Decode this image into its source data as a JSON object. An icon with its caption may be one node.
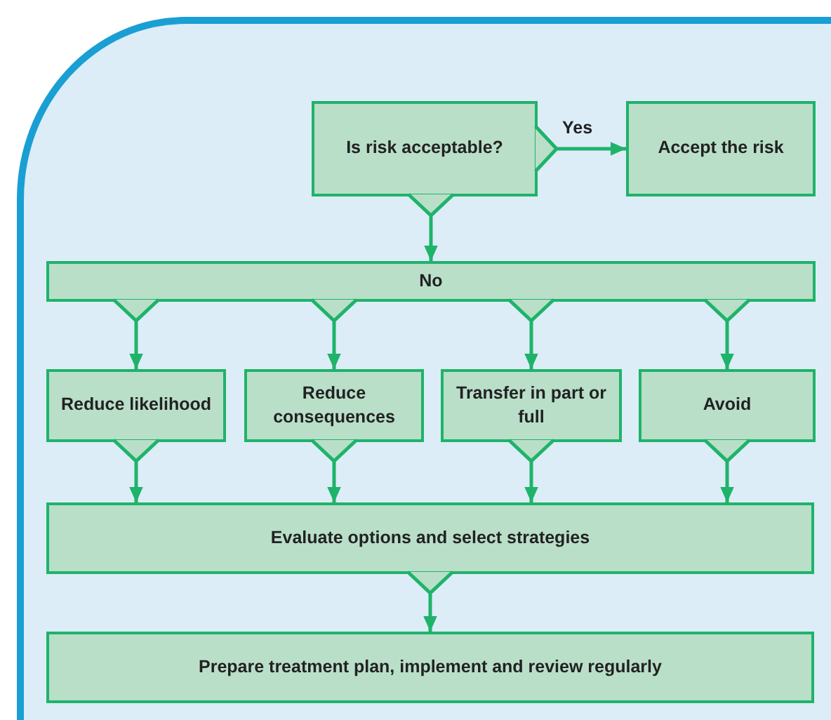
{
  "diagram": {
    "nodes": [
      {
        "text": [
          "Is risk acceptable?"
        ]
      },
      {
        "text": [
          "Accept the risk"
        ]
      },
      {
        "text": [
          "No"
        ]
      },
      {
        "text": [
          "Reduce likelihood"
        ]
      },
      {
        "text": [
          "Reduce consequences"
        ]
      },
      {
        "text": [
          "Transfer in part or full"
        ]
      },
      {
        "text": [
          "Avoid"
        ]
      },
      {
        "text": [
          "Evaluate options and select strategies"
        ]
      },
      {
        "text": [
          "Prepare treatment plan, implement and review regularly"
        ]
      }
    ],
    "edges": [
      {
        "from": 0,
        "to": 1,
        "arrow": "to",
        "label": "Yes"
      },
      {
        "from": 0,
        "to": 2,
        "arrow": "to"
      },
      {
        "from": 2,
        "to": 3,
        "arrow": "to"
      },
      {
        "from": 2,
        "to": 4,
        "arrow": "to"
      },
      {
        "from": 2,
        "to": 5,
        "arrow": "to"
      },
      {
        "from": 2,
        "to": 6,
        "arrow": "to"
      },
      {
        "from": 3,
        "to": 7,
        "arrow": "to"
      },
      {
        "from": 4,
        "to": 7,
        "arrow": "to"
      },
      {
        "from": 5,
        "to": 7,
        "arrow": "to"
      },
      {
        "from": 6,
        "to": 7,
        "arrow": "to"
      },
      {
        "from": 7,
        "to": 8,
        "arrow": "to"
      }
    ]
  }
}
